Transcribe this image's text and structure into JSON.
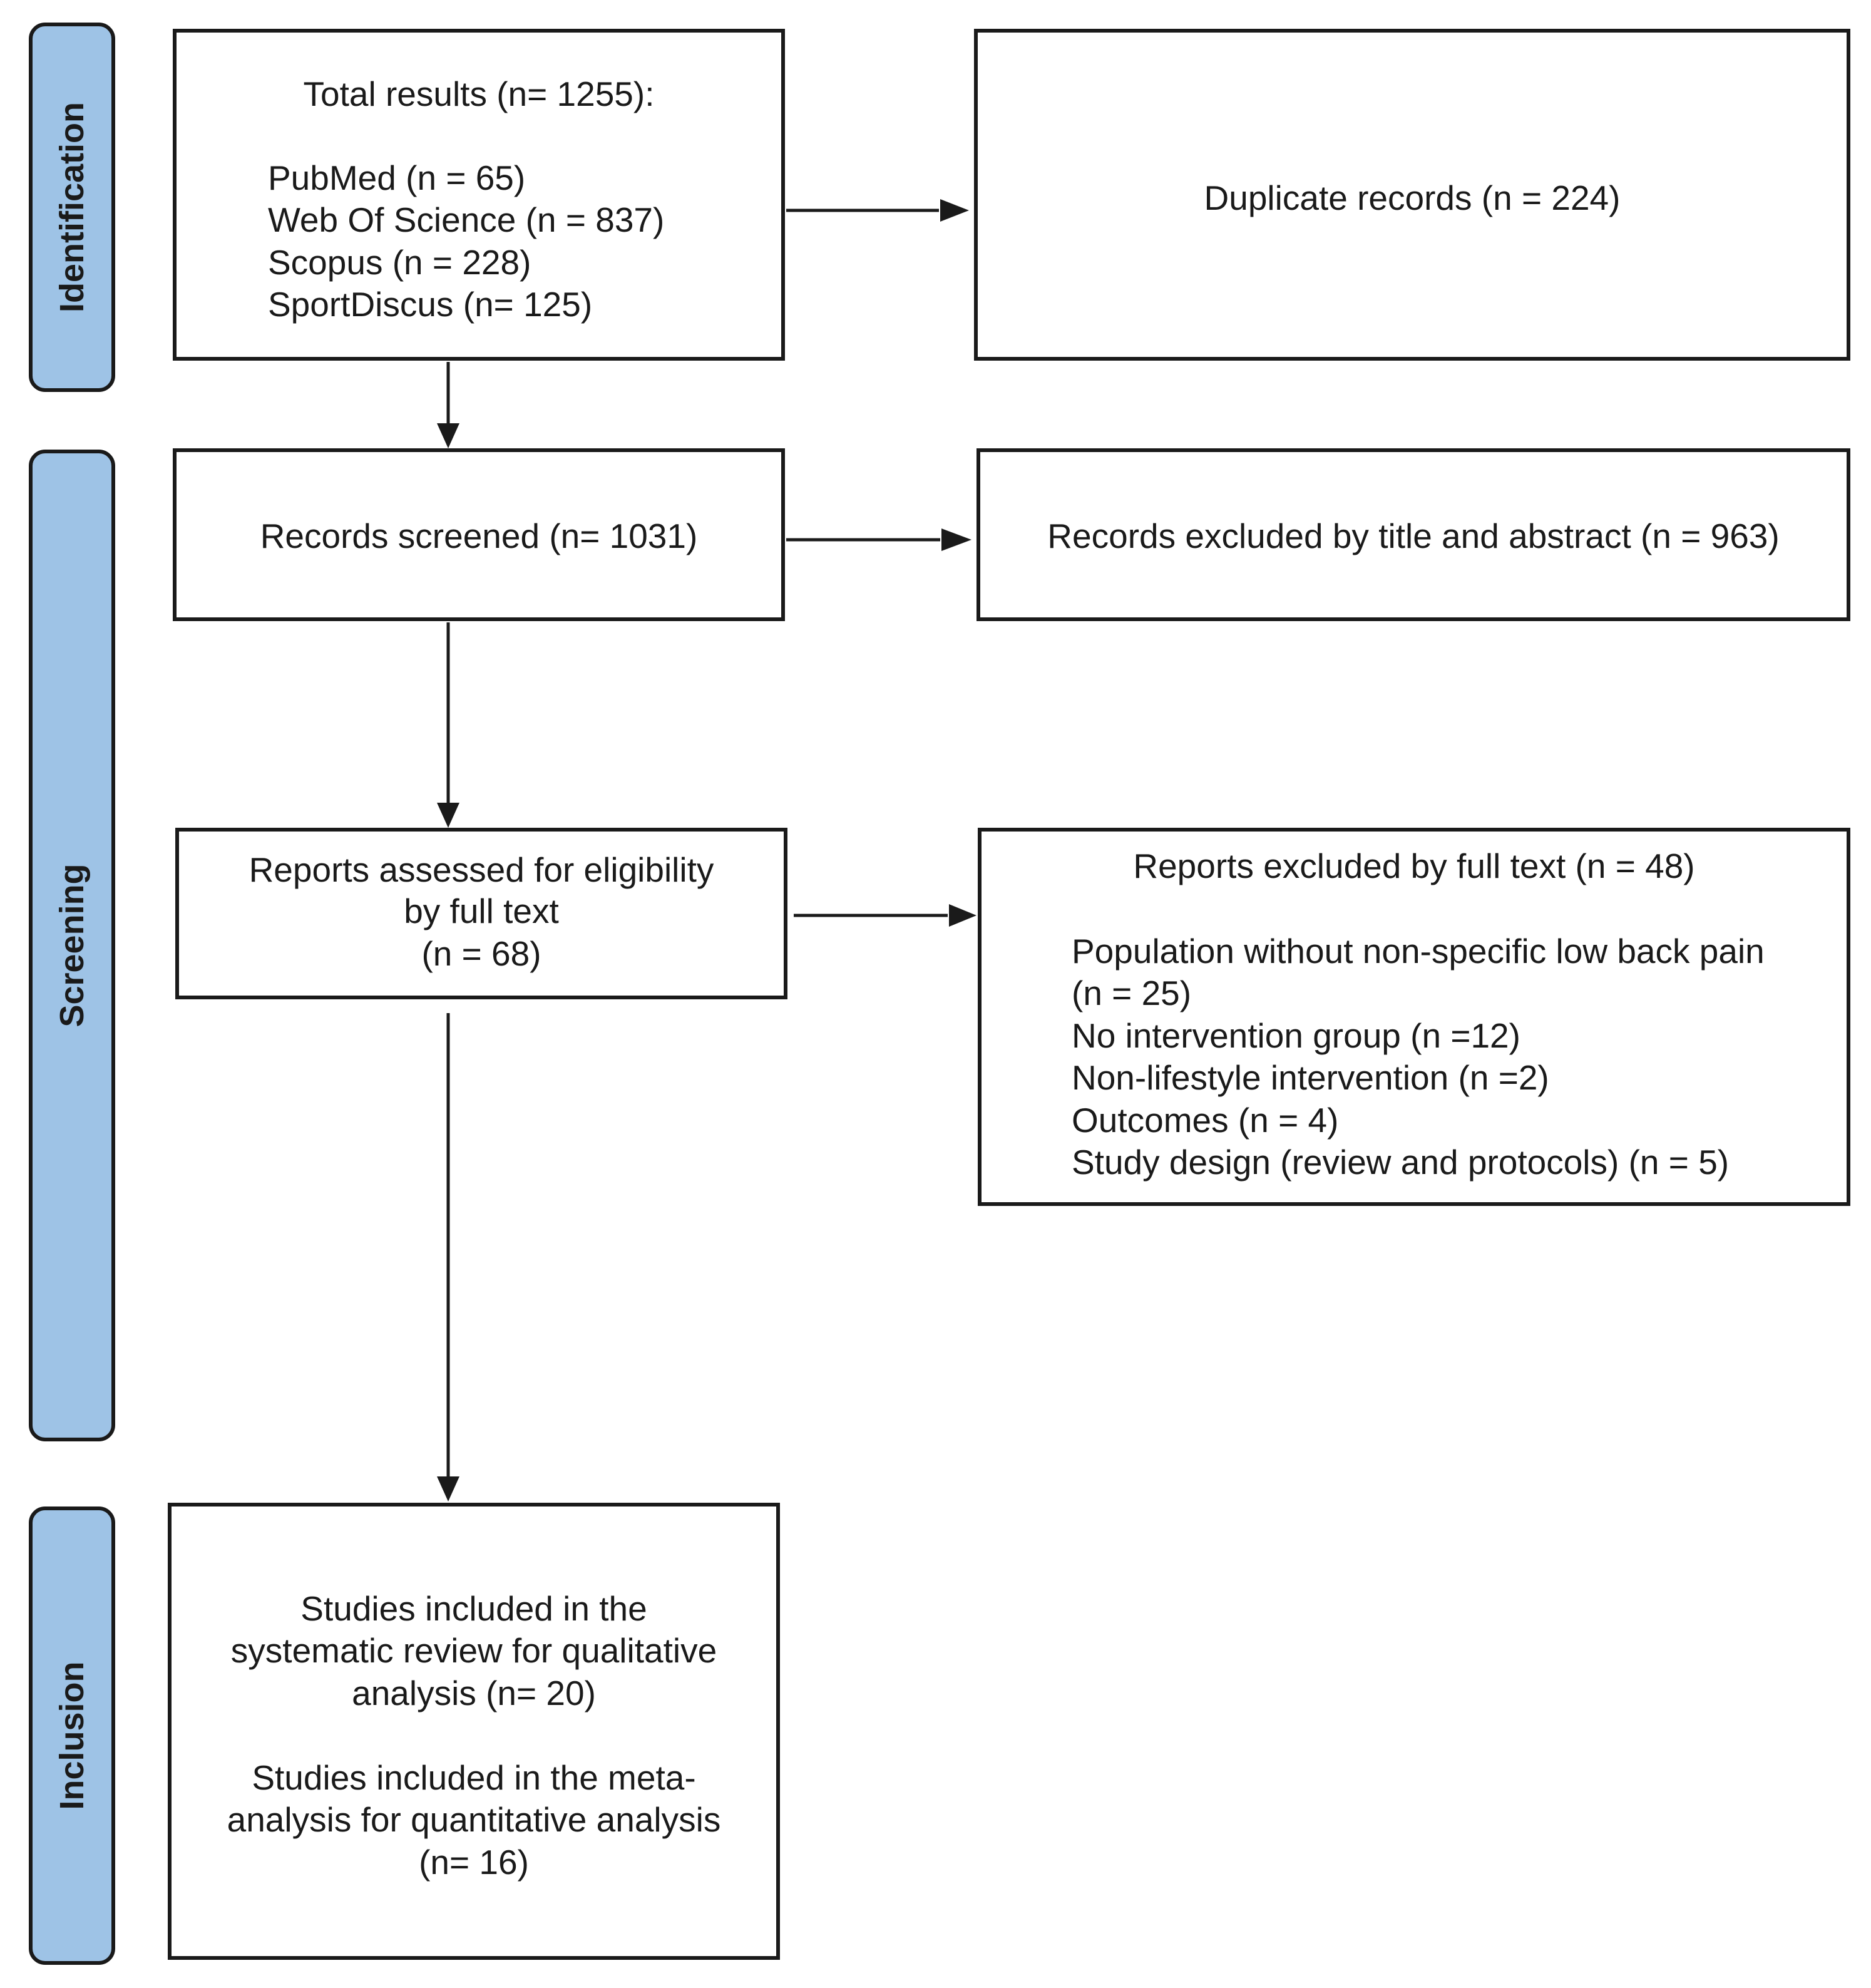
{
  "phases": {
    "identification": "Identification",
    "screening": "Screening",
    "inclusion": "Inclusion"
  },
  "identification": {
    "total_line": "Total results (n= 1255):",
    "sources": [
      "PubMed (n = 65)",
      "Web Of Science (n = 837)",
      "Scopus (n = 228)",
      "SportDiscus (n= 125)"
    ],
    "duplicates": "Duplicate records (n = 224)"
  },
  "screening": {
    "screened": "Records screened (n= 1031)",
    "excluded_title_abstract": "Records excluded by title and abstract (n = 963)",
    "assessed_lines": [
      "Reports assessed for eligibility",
      "by full text",
      "(n = 68)"
    ],
    "excluded_full_text_title": "Reports excluded by full text (n = 48)",
    "excluded_reasons": [
      "Population without non-specific low back pain",
      "(n = 25)",
      "No intervention group (n =12)",
      "Non-lifestyle intervention (n =2)",
      "Outcomes (n = 4)",
      "Study design (review and protocols) (n = 5)"
    ]
  },
  "inclusion": {
    "qualitative_lines": [
      "Studies included in the",
      "systematic review for qualitative",
      "analysis (n= 20)"
    ],
    "quantitative_lines": [
      "Studies included in the meta-",
      "analysis for quantitative analysis",
      "(n= 16)"
    ]
  },
  "colors": {
    "phase_fill": "#9ec3e6",
    "stroke": "#1a1a1a",
    "box_fill": "#ffffff"
  }
}
